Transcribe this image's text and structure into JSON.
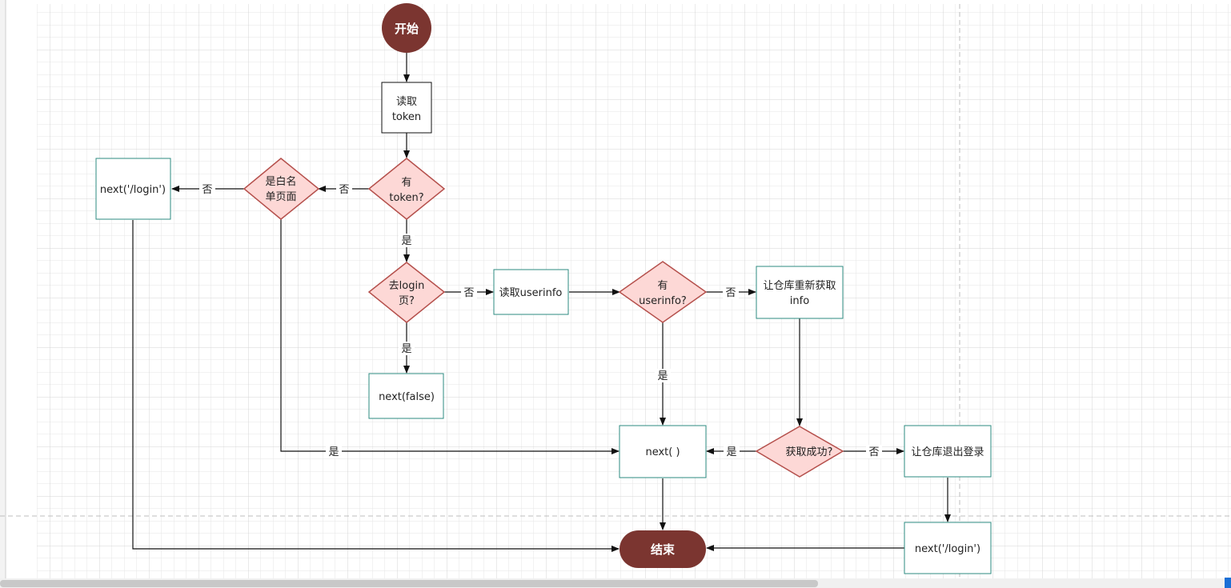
{
  "nodes": {
    "start": {
      "label": "开始"
    },
    "read_token": {
      "line1": "读取",
      "line2": "token"
    },
    "has_token": {
      "line1": "有",
      "line2": "token?"
    },
    "whitelist": {
      "line1": "是白名",
      "line2": "单页面"
    },
    "next_login_top": {
      "label": "next('/login')"
    },
    "go_login": {
      "line1": "去login",
      "line2": "页?"
    },
    "next_false": {
      "label": "next(false)"
    },
    "read_userinfo": {
      "label": "读取userinfo"
    },
    "has_userinfo": {
      "line1": "有",
      "line2": "userinfo?"
    },
    "refetch_info": {
      "line1": "让仓库重新获取",
      "line2": "info"
    },
    "next_plain": {
      "label": "next( )"
    },
    "fetch_success": {
      "label": "获取成功?"
    },
    "logout": {
      "label": "让仓库退出登录"
    },
    "next_login_bottom": {
      "label": "next('/login')"
    },
    "end": {
      "label": "结束"
    }
  },
  "edge_labels": {
    "has_token_no": "否",
    "whitelist_no": "否",
    "has_token_yes": "是",
    "go_login_no": "否",
    "go_login_yes": "是",
    "has_userinfo_no": "否",
    "has_userinfo_yes": "是",
    "whitelist_yes": "是",
    "fetch_success_yes": "是",
    "fetch_success_no": "否"
  },
  "colors": {
    "terminal_fill": "#7b3530",
    "decision_fill": "#fdd8d6",
    "decision_stroke": "#b5504c",
    "process_stroke": "#2e8b80",
    "grid_minor": "#e6e6e6",
    "grid_major": "#d4d4d4",
    "edge": "#111111"
  }
}
